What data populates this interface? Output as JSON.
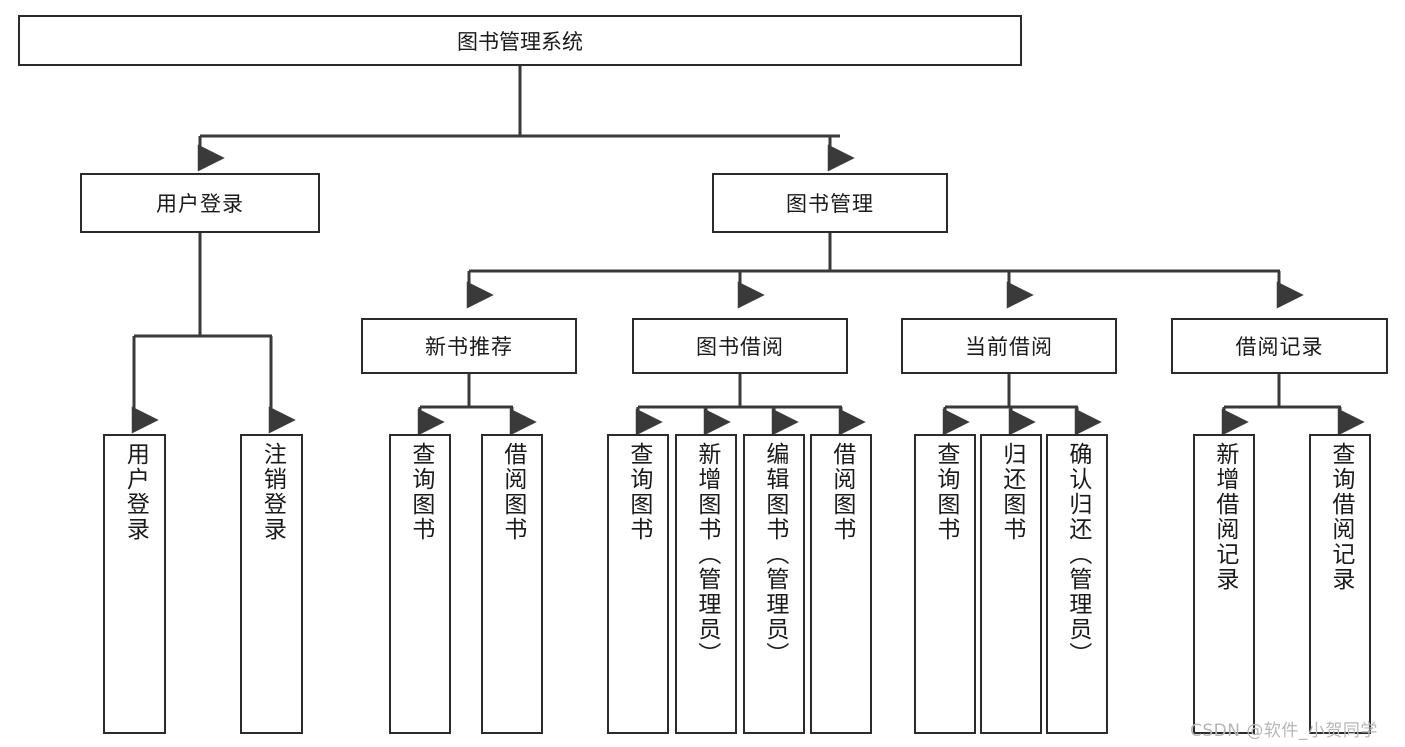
{
  "diagram": {
    "title": "图书管理系统",
    "type": "function-structure-tree",
    "watermark": "CSDN @软件_小贺同学",
    "colors": {
      "box_border": "#2b2b2b",
      "box_fill": "#ffffff",
      "connector": "#3a3a3a",
      "text": "#1a1a1a",
      "watermark": "#b6b6b6"
    },
    "nodes": {
      "root": {
        "label": "图书管理系统"
      },
      "level2": [
        {
          "label": "用户登录"
        },
        {
          "label": "图书管理"
        }
      ],
      "level3": [
        {
          "label": "新书推荐"
        },
        {
          "label": "图书借阅"
        },
        {
          "label": "当前借阅"
        },
        {
          "label": "借阅记录"
        }
      ],
      "leaves": {
        "user_login": [
          {
            "label": "用户登录"
          },
          {
            "label": "注销登录"
          }
        ],
        "new_book": [
          {
            "label": "查询图书"
          },
          {
            "label": "借阅图书"
          }
        ],
        "book_borrow": [
          {
            "label": "查询图书"
          },
          {
            "label": "新增图书（管理员）"
          },
          {
            "label": "编辑图书（管理员）"
          },
          {
            "label": "借阅图书"
          }
        ],
        "current_borrow": [
          {
            "label": "查询图书"
          },
          {
            "label": "归还图书"
          },
          {
            "label": "确认归还（管理员）"
          }
        ],
        "borrow_record": [
          {
            "label": "新增借阅记录"
          },
          {
            "label": "查询借阅记录"
          }
        ]
      }
    }
  }
}
